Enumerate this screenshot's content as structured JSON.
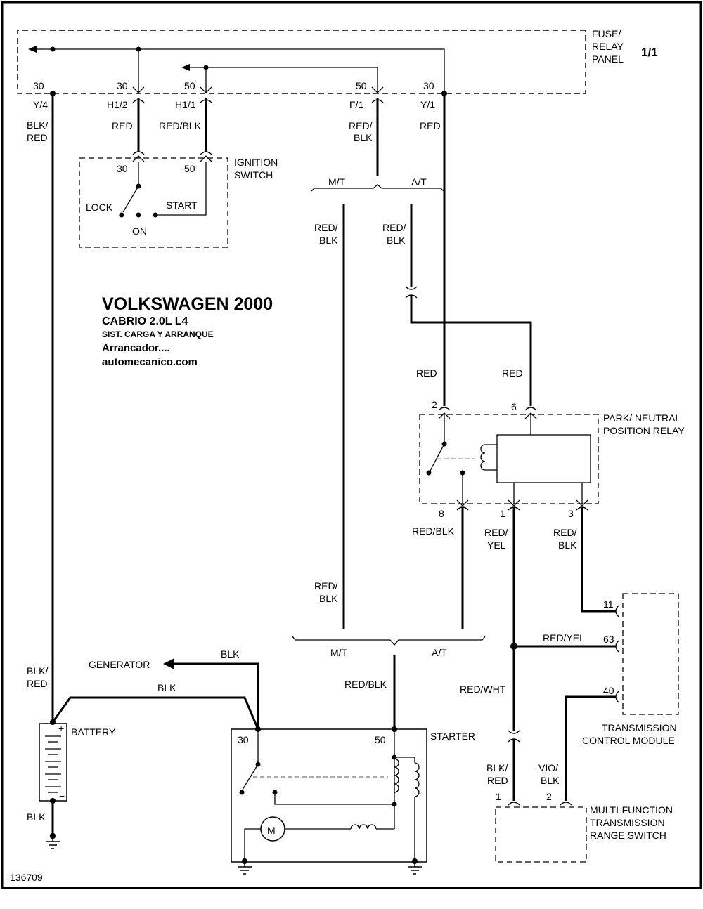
{
  "page_title": {
    "line1": "VOLKSWAGEN 2000",
    "line2": "CABRIO  2.0L  L4",
    "line3": "SIST. CARGA Y ARRANQUE",
    "line4": "Arrancador....",
    "line5": "automecanico.com"
  },
  "page_number": "1/1",
  "diagram_id": "136709",
  "fuse_panel": {
    "label_line1": "FUSE/",
    "label_line2": "RELAY",
    "label_line3": "PANEL",
    "terminals": [
      "30",
      "30",
      "50",
      "50",
      "30"
    ],
    "connectors": [
      "Y/4",
      "H1/2",
      "H1/1",
      "F/1",
      "Y/1"
    ]
  },
  "ignition_switch": {
    "label_line1": "IGNITION",
    "label_line2": "SWITCH",
    "term_30": "30",
    "term_50": "50",
    "lock": "LOCK",
    "on": "ON",
    "start": "START"
  },
  "relay": {
    "label_line1": "PARK/ NEUTRAL",
    "label_line2": "POSITION RELAY",
    "pins": [
      "2",
      "6",
      "8",
      "1",
      "3"
    ]
  },
  "tcm": {
    "label_line1": "TRANSMISSION",
    "label_line2": "CONTROL MODULE",
    "pins": [
      "11",
      "63",
      "40"
    ]
  },
  "range_switch": {
    "label_line1": "MULTI-FUNCTION",
    "label_line2": "TRANSMISSION",
    "label_line3": "RANGE SWITCH",
    "pins": [
      "1",
      "2"
    ]
  },
  "battery": {
    "label": "BATTERY",
    "plus": "+",
    "minus": "−"
  },
  "starter": {
    "label": "STARTER",
    "term_30": "30",
    "term_50": "50",
    "motor": "M"
  },
  "generator": {
    "label": "GENERATOR"
  },
  "options": {
    "mt": "M/T",
    "at": "A/T"
  },
  "wires": {
    "blk_red_top_1": "BLK/",
    "blk_red_top_2": "RED",
    "red_h12": "RED",
    "red_blk_h11": "RED/BLK",
    "red_blk_f1_1": "RED/",
    "red_blk_f1_2": "BLK",
    "red_y1": "RED",
    "mt_upper_1": "RED/",
    "mt_upper_2": "BLK",
    "at_upper_1": "RED/",
    "at_upper_2": "BLK",
    "red_to_2": "RED",
    "red_to_6": "RED",
    "red_blk_8": "RED/BLK",
    "red_yel_1_1": "RED/",
    "red_yel_1_2": "YEL",
    "red_blk_3_1": "RED/",
    "red_blk_3_2": "BLK",
    "mt_lower_1": "RED/",
    "mt_lower_2": "BLK",
    "red_yel_63": "RED/YEL",
    "red_wht": "RED/WHT",
    "red_blk_starter": "RED/BLK",
    "blk_gen": "BLK",
    "blk_batt": "BLK",
    "blk_red_bottom_1": "BLK/",
    "blk_red_bottom_2": "RED",
    "blk_ground": "BLK",
    "blk_red_rs_1": "BLK/",
    "blk_red_rs_2": "RED",
    "vio_blk_1": "VIO/",
    "vio_blk_2": "BLK"
  }
}
